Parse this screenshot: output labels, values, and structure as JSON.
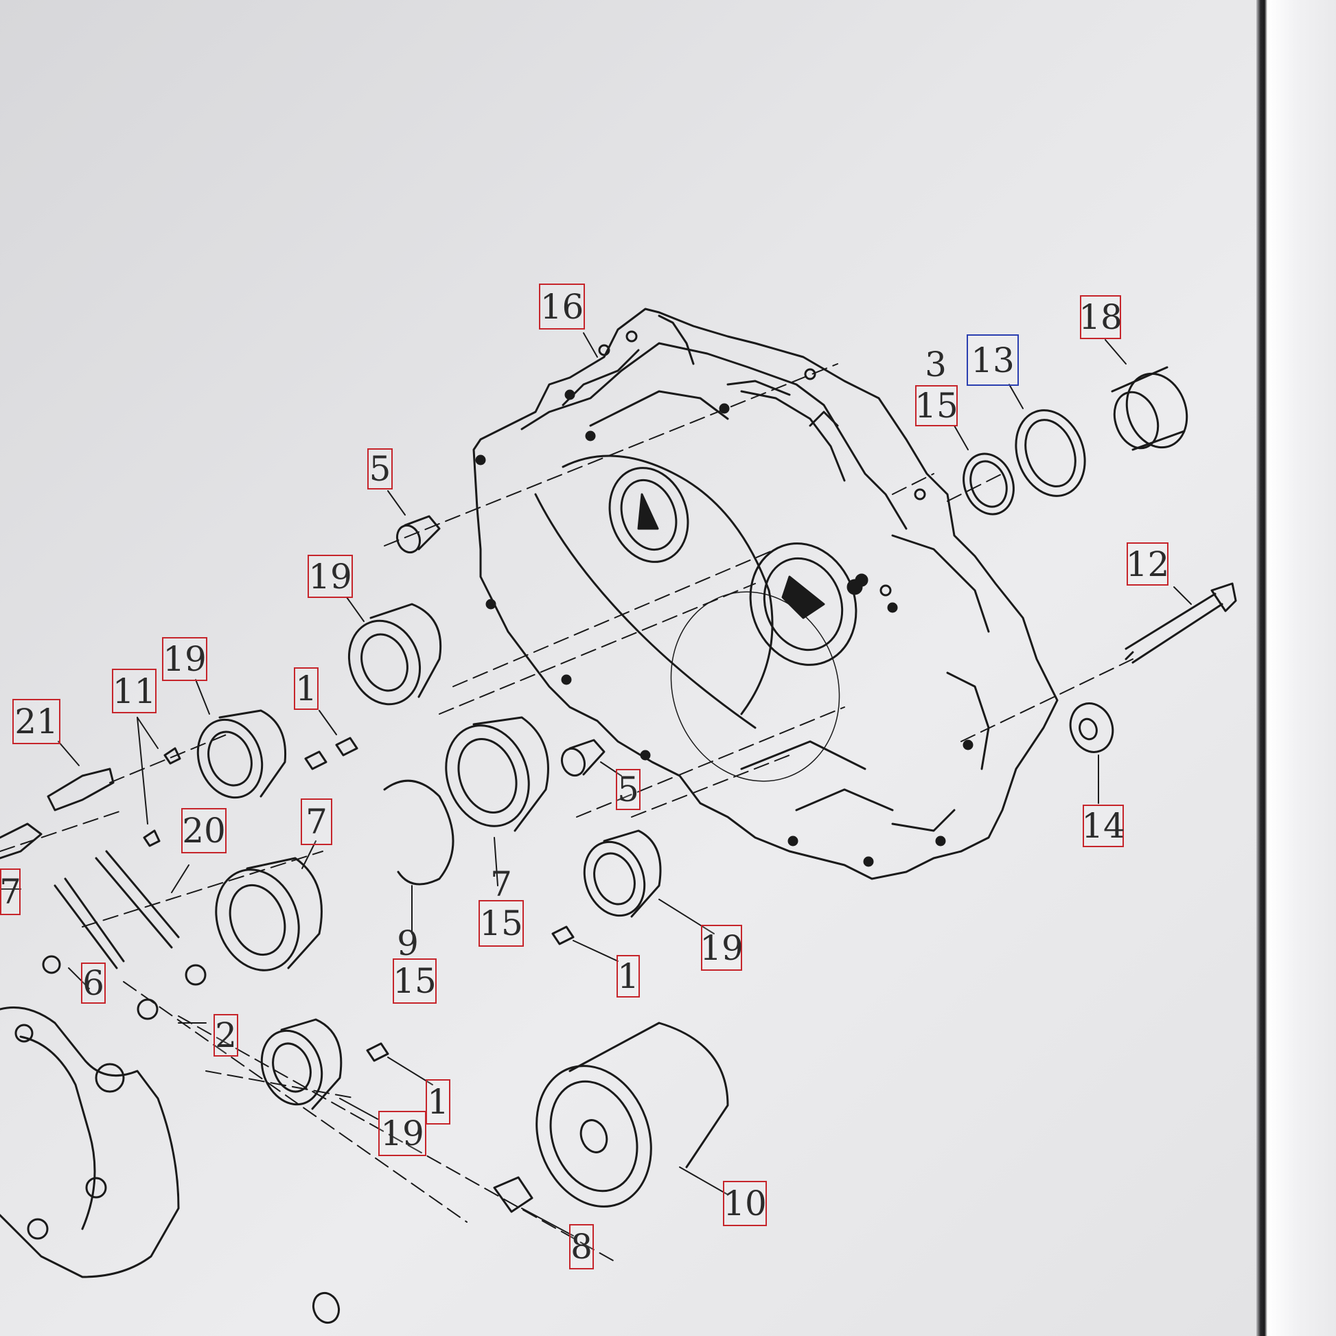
{
  "diagram": {
    "callouts": [
      {
        "id": "c-16",
        "text": "16",
        "selected": false
      },
      {
        "id": "c-18",
        "text": "18",
        "selected": false
      },
      {
        "id": "c-13",
        "text": "13",
        "selected": true
      },
      {
        "id": "c-3",
        "text": "3",
        "selected": false
      },
      {
        "id": "c-15a",
        "text": "15",
        "selected": false
      },
      {
        "id": "c-5a",
        "text": "5",
        "selected": false
      },
      {
        "id": "c-19a",
        "text": "19",
        "selected": false
      },
      {
        "id": "c-12",
        "text": "12",
        "selected": false
      },
      {
        "id": "c-19b",
        "text": "19",
        "selected": false
      },
      {
        "id": "c-11",
        "text": "11",
        "selected": false
      },
      {
        "id": "c-1a",
        "text": "1",
        "selected": false
      },
      {
        "id": "c-21",
        "text": "21",
        "selected": false
      },
      {
        "id": "c-14",
        "text": "14",
        "selected": false
      },
      {
        "id": "c-5b",
        "text": "5",
        "selected": false
      },
      {
        "id": "c-7a",
        "text": "7",
        "selected": false
      },
      {
        "id": "c-20",
        "text": "20",
        "selected": false
      },
      {
        "id": "c-7b",
        "text": "7",
        "selected": false
      },
      {
        "id": "c-15b",
        "text": "15",
        "selected": false
      },
      {
        "id": "c-7c",
        "text": "7",
        "selected": false
      },
      {
        "id": "c-19c",
        "text": "19",
        "selected": false
      },
      {
        "id": "c-9",
        "text": "9",
        "selected": false
      },
      {
        "id": "c-15c",
        "text": "15",
        "selected": false
      },
      {
        "id": "c-1b",
        "text": "1",
        "selected": false
      },
      {
        "id": "c-6",
        "text": "6",
        "selected": false
      },
      {
        "id": "c-2",
        "text": "2",
        "selected": false
      },
      {
        "id": "c-1c",
        "text": "1",
        "selected": false
      },
      {
        "id": "c-19d",
        "text": "19",
        "selected": false
      },
      {
        "id": "c-10",
        "text": "10",
        "selected": false
      },
      {
        "id": "c-8",
        "text": "8",
        "selected": false
      }
    ],
    "colors": {
      "callout_border": "#c6252b",
      "selected_border": "#2b3fb0",
      "line": "#1a1a1a",
      "paper": "#e8e8ea"
    }
  }
}
